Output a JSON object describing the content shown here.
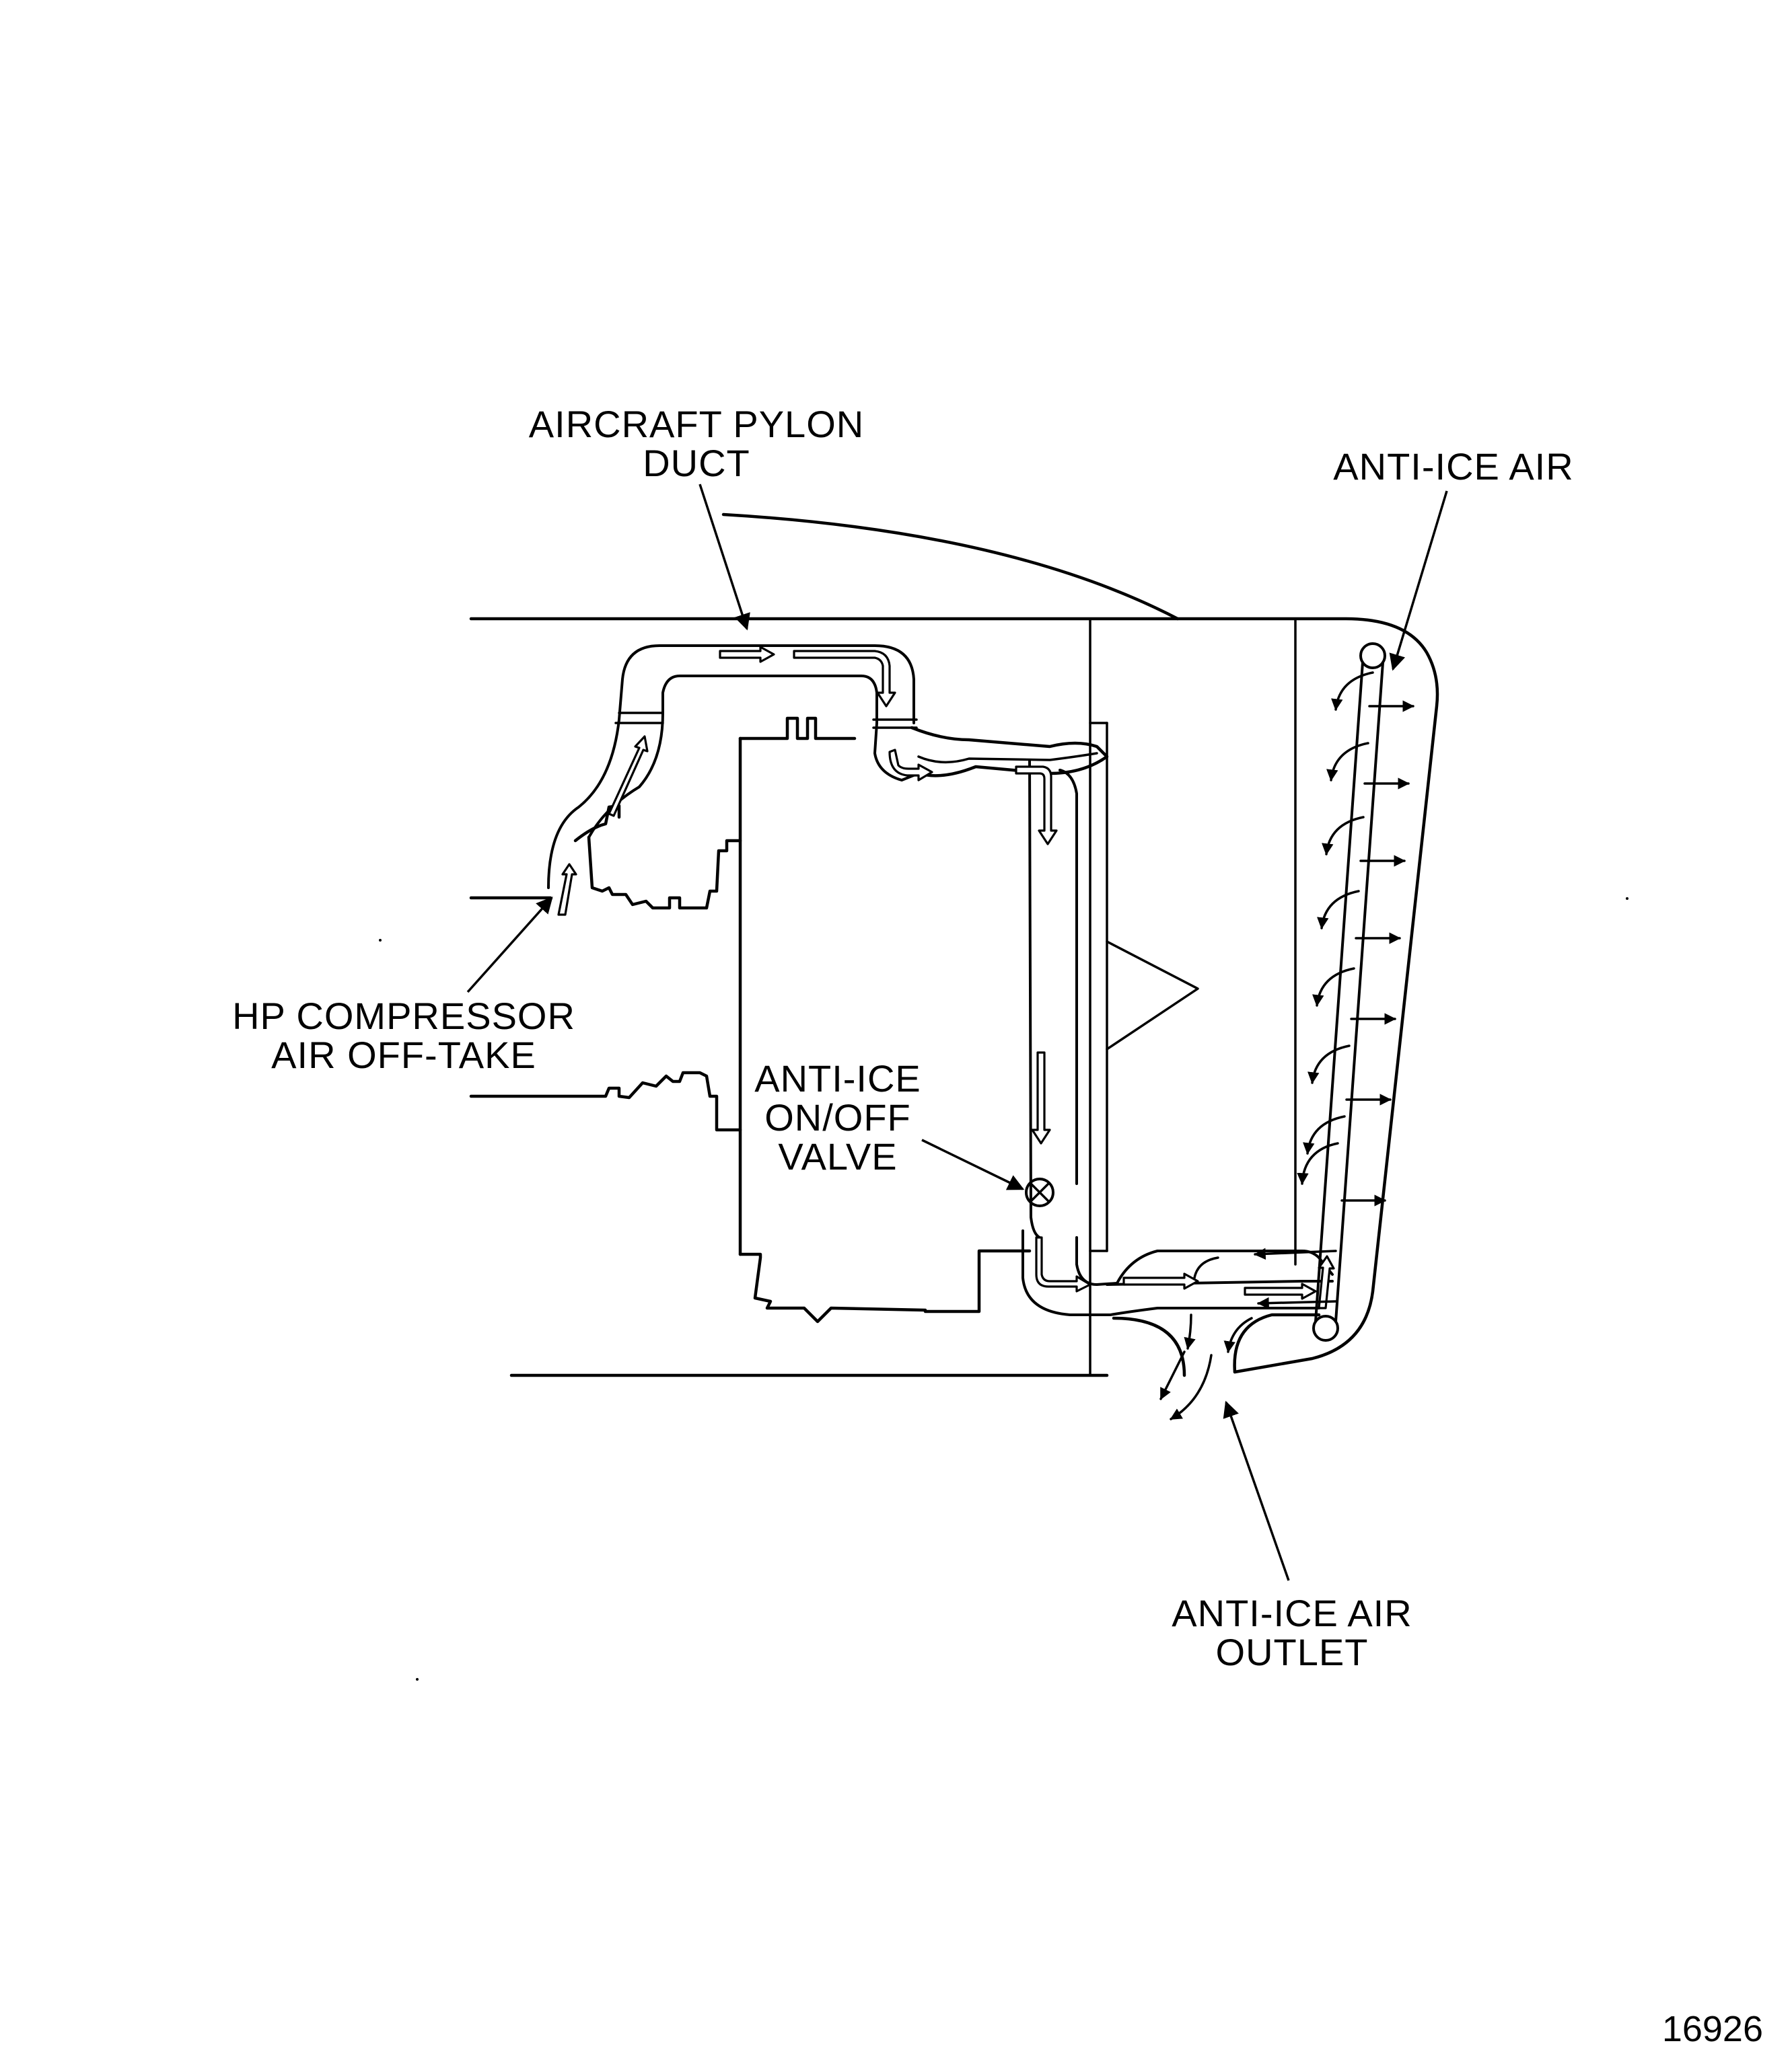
{
  "labels": {
    "pylon_duct": [
      "AIRCRAFT PYLON",
      "DUCT"
    ],
    "anti_ice_air": [
      "ANTI-ICE AIR"
    ],
    "hp_compressor": [
      "HP COMPRESSOR",
      "AIR OFF-TAKE"
    ],
    "valve": [
      "ANTI-ICE",
      "ON/OFF",
      "VALVE"
    ],
    "outlet": [
      "ANTI-ICE AIR",
      "OUTLET"
    ]
  },
  "figure_number": "16926"
}
